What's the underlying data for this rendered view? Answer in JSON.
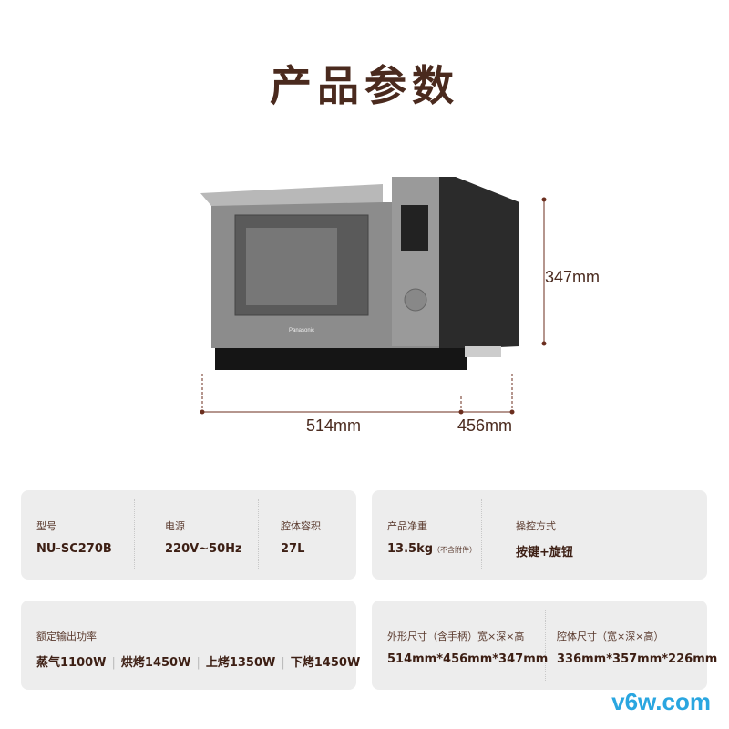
{
  "title": "产品参数",
  "dimensions": {
    "width": "514mm",
    "depth": "456mm",
    "height": "347mm"
  },
  "brand": "Panasonic",
  "specs": {
    "model": {
      "label": "型号",
      "value": "NU-SC270B"
    },
    "power": {
      "label": "电源",
      "value": "220V~50Hz"
    },
    "capacity": {
      "label": "腔体容积",
      "value": "27L"
    },
    "weight": {
      "label": "产品净重",
      "value": "13.5kg",
      "note": "（不含附件）"
    },
    "control": {
      "label": "操控方式",
      "value": "按键+旋钮"
    },
    "rated_power": {
      "label": "额定输出功率",
      "values": [
        "蒸气1100W",
        "烘烤1450W",
        "上烤1350W",
        "下烤1450W"
      ],
      "separator": "|"
    },
    "outer_size": {
      "label": "外形尺寸（含手柄）宽×深×高",
      "value": "514mm*456mm*347mm"
    },
    "cavity_size": {
      "label": "腔体尺寸（宽×深×高）",
      "value": "336mm*357mm*226mm"
    }
  },
  "watermark": "v6w.com",
  "colors": {
    "title": "#4a2a1e",
    "card_bg": "#ededed",
    "dimension_line": "#6b2e1e",
    "watermark": "#2aa6e0"
  }
}
